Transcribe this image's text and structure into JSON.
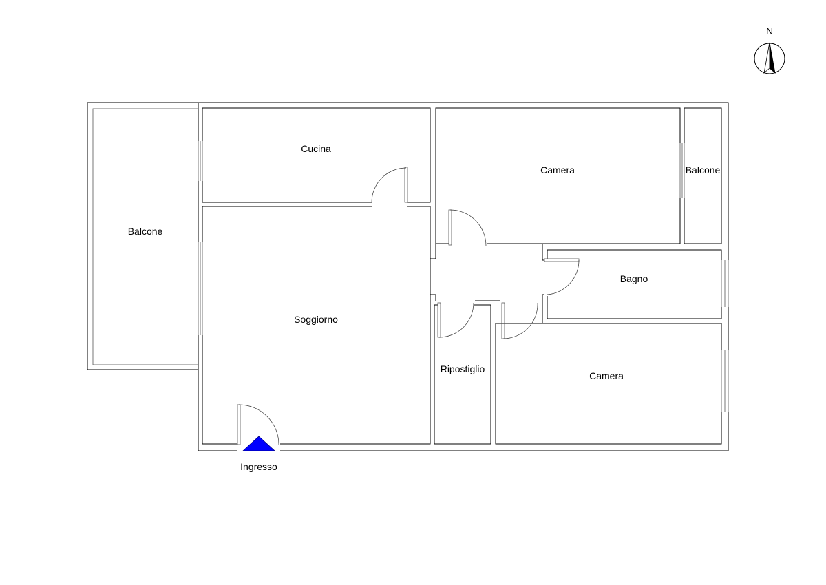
{
  "rooms": {
    "balcone_west": "Balcone",
    "cucina": "Cucina",
    "camera_north": "Camera",
    "balcone_east": "Balcone",
    "soggiorno": "Soggiorno",
    "bagno": "Bagno",
    "ripostiglio": "Ripostiglio",
    "camera_south": "Camera"
  },
  "entrance": {
    "label": "Ingresso",
    "marker_color": "#0000ff"
  },
  "compass": {
    "label": "N",
    "icon": "north-arrow-icon"
  }
}
